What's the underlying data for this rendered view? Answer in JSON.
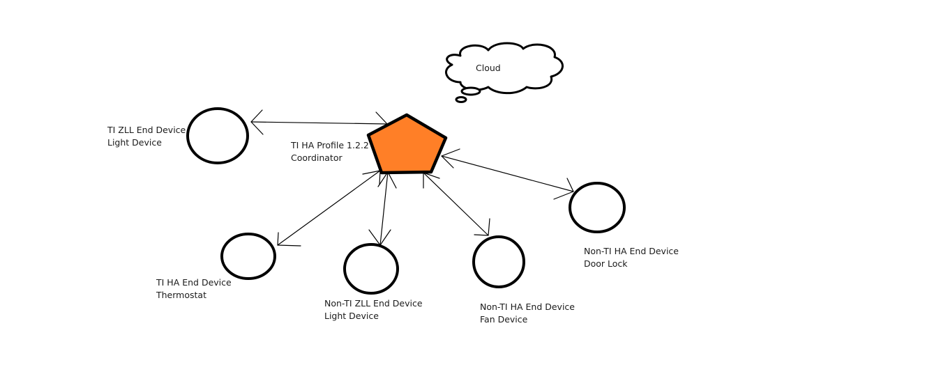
{
  "cloud": {
    "label": "Cloud"
  },
  "coordinator": {
    "line1": "TI HA Profile 1.2.2",
    "line2": "Coordinator",
    "fill_color": "#FF7F27"
  },
  "devices": {
    "ti_zll_light": {
      "line1": "TI ZLL End Device",
      "line2": "Light Device"
    },
    "ti_ha_thermostat": {
      "line1": "TI HA End Device",
      "line2": "Thermostat"
    },
    "non_ti_zll_light": {
      "line1": "Non-TI ZLL End Device",
      "line2": "Light Device"
    },
    "non_ti_ha_fan": {
      "line1": "Non-TI HA End Device",
      "line2": "Fan Device"
    },
    "non_ti_ha_door_lock": {
      "line1": "Non-TI HA End Device",
      "line2": "Door Lock"
    }
  }
}
